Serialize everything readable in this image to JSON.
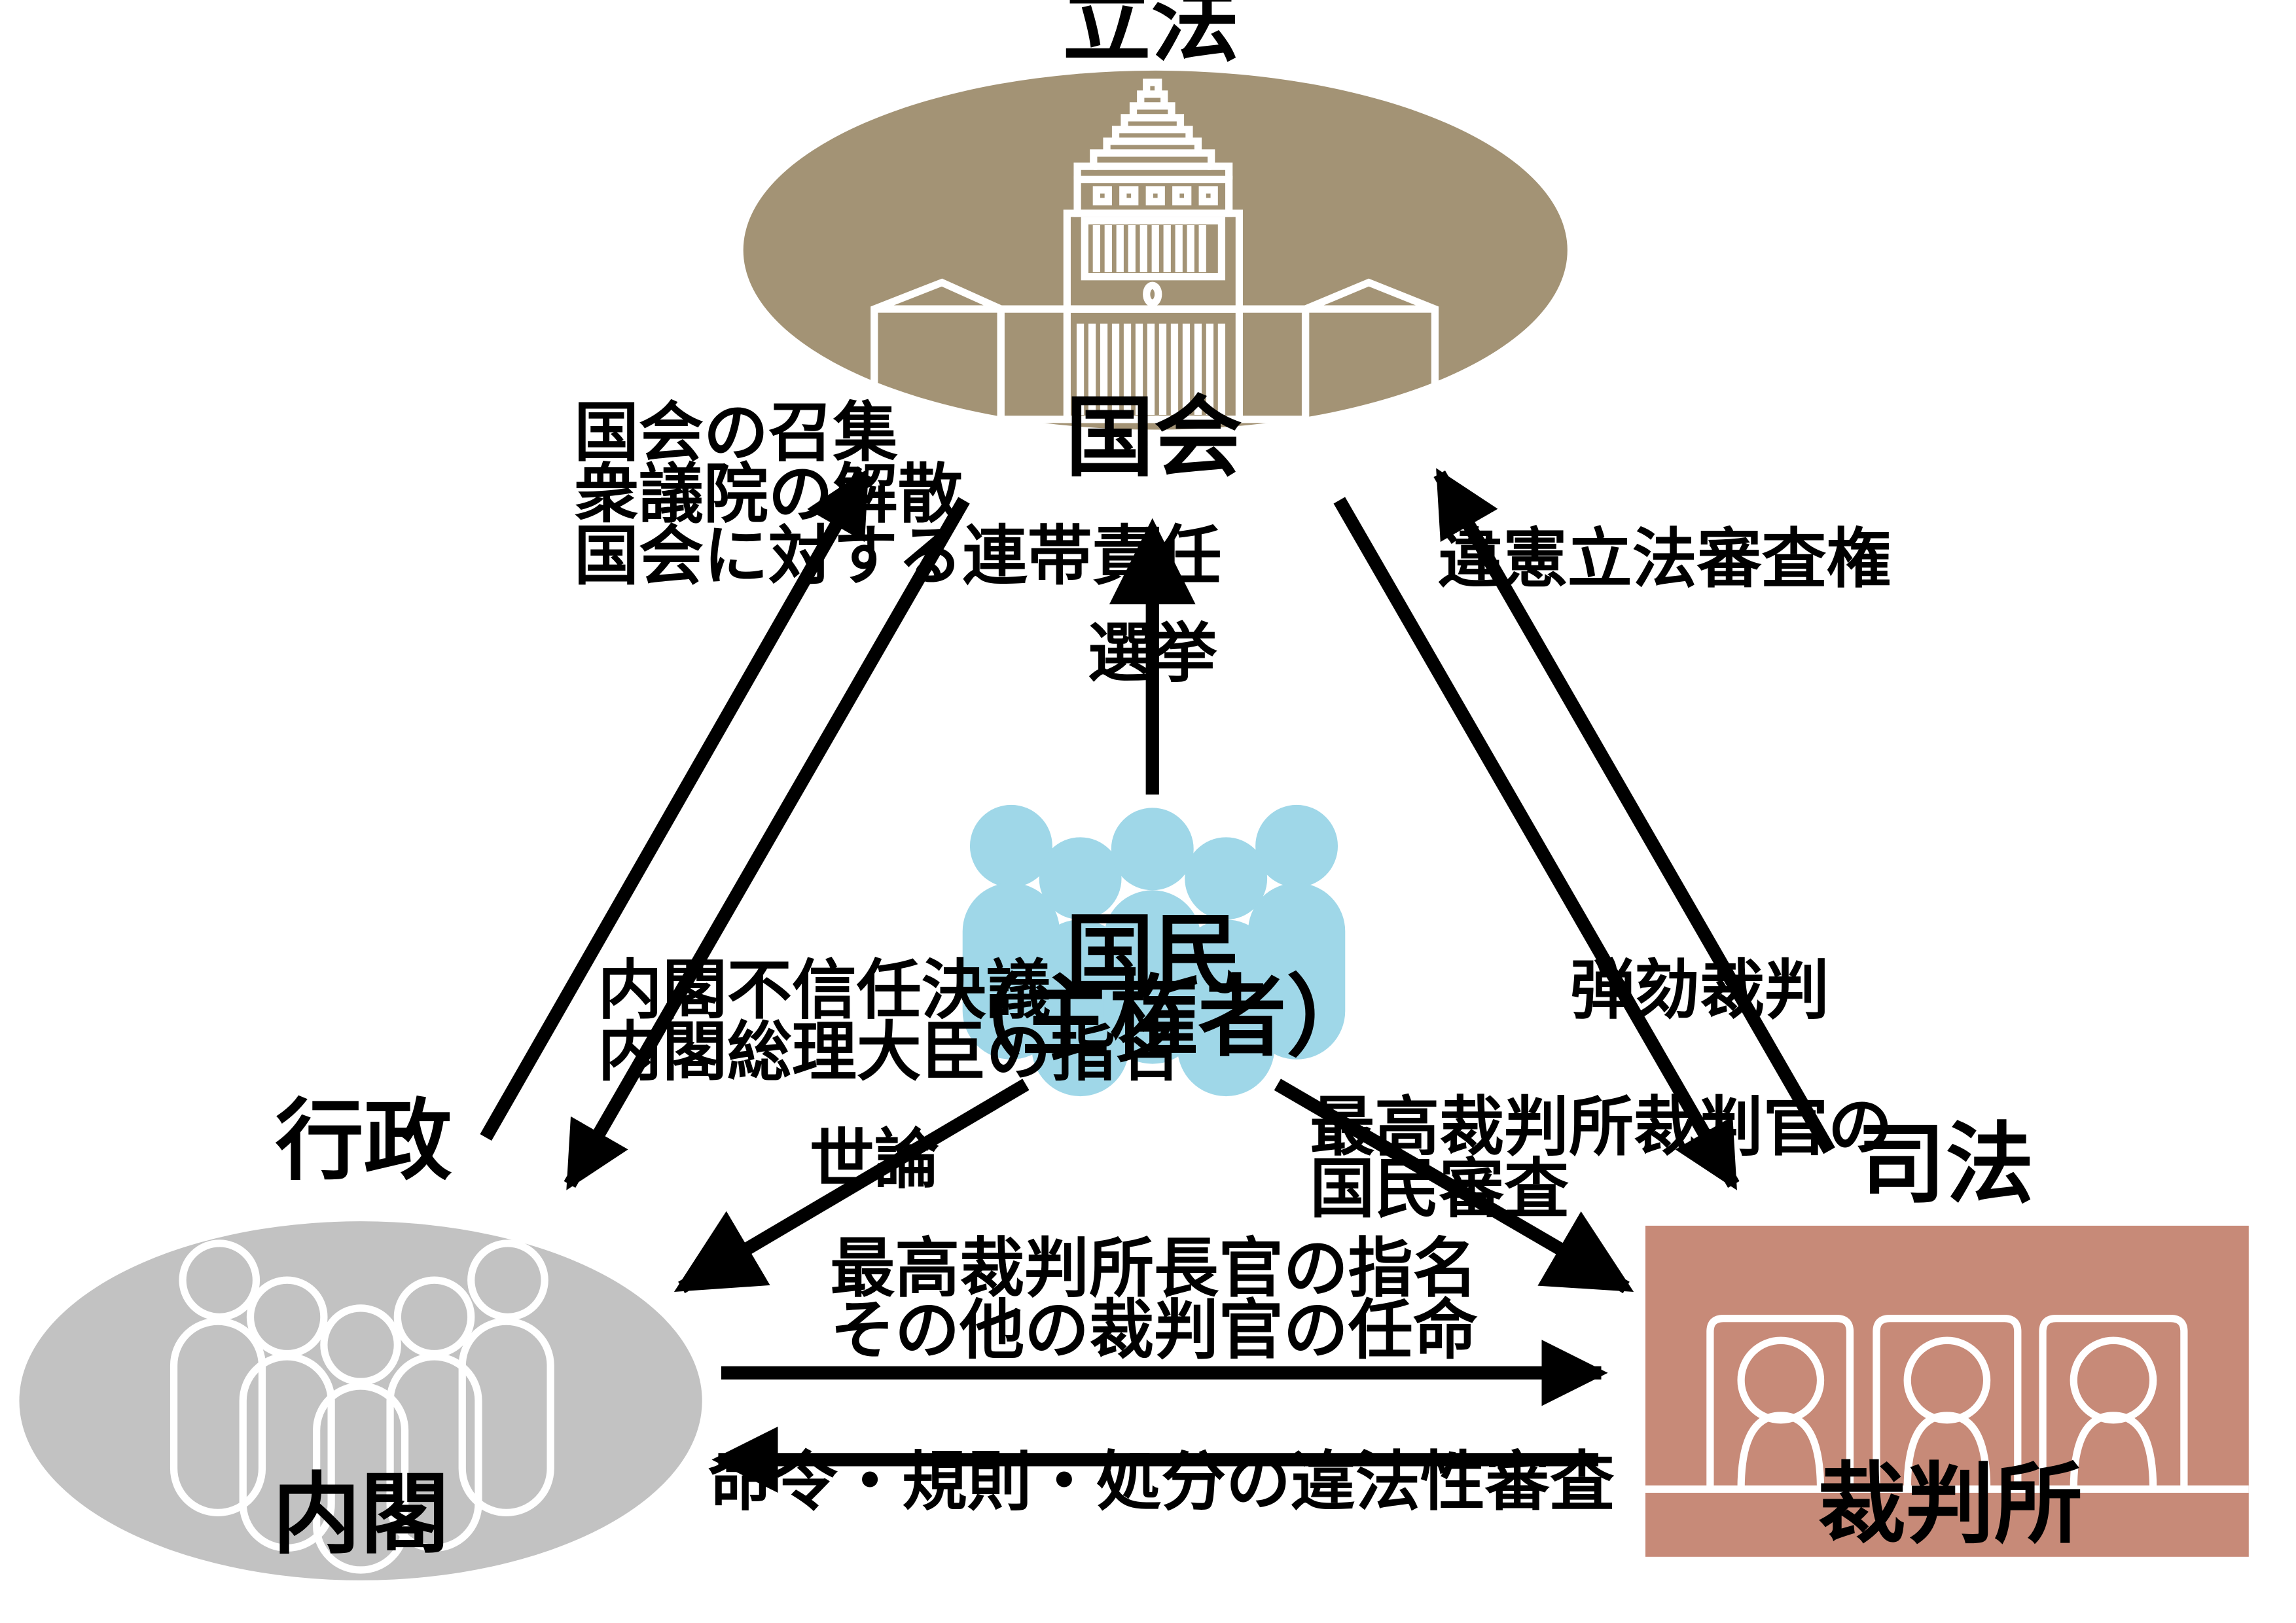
{
  "branches": {
    "legislative": {
      "heading": "立法",
      "body": "国会"
    },
    "executive": {
      "heading": "行政",
      "body": "内閣"
    },
    "judicial": {
      "heading": "司法",
      "body": "裁判所"
    }
  },
  "people": {
    "line1": "国民",
    "line2": "（主権者）"
  },
  "relations": {
    "cabinet_to_diet": [
      "国会の召集",
      "衆議院の解散",
      "国会に対する連帯責任"
    ],
    "diet_to_cabinet": [
      "内閣不信任決議",
      "内閣総理大臣の指名"
    ],
    "court_to_diet": "違憲立法審査権",
    "diet_to_court": "弾劾裁判",
    "election": "選挙",
    "public_opinion": "世論",
    "people_review": [
      "最高裁判所裁判官の",
      "国民審査"
    ],
    "cabinet_to_court": [
      "最高裁判所長官の指名",
      "その他の裁判官の任命"
    ],
    "court_to_cabinet": "命令・規則・処分の違法性審査"
  },
  "colors": {
    "diet": "#a39375",
    "cabinet": "#c2c2c2",
    "court": "#c78a78",
    "people": "#9fd7e8"
  }
}
